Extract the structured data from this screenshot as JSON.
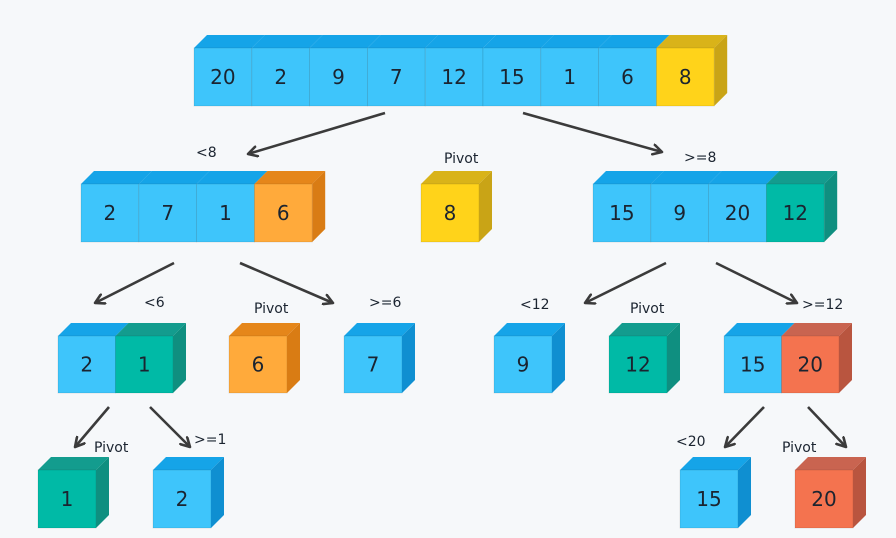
{
  "colors": {
    "blue": {
      "front": "#3ec5fb",
      "top": "#15a4e8",
      "side": "#0f8fd1"
    },
    "yellow": {
      "front": "#ffd31a",
      "top": "#d9b319",
      "side": "#c9a416"
    },
    "orange": {
      "front": "#ffaa3b",
      "top": "#e5861a",
      "side": "#d97c14"
    },
    "teal": {
      "front": "#00baa6",
      "top": "#139c8e",
      "side": "#0f8f80"
    },
    "red": {
      "front": "#f4734f",
      "top": "#c96450",
      "side": "#b9553f"
    },
    "arrow": "#3b3b3b"
  },
  "rows": [
    {
      "id": "root",
      "cells": [
        {
          "value": "20",
          "color": "blue"
        },
        {
          "value": "2",
          "color": "blue"
        },
        {
          "value": "9",
          "color": "blue"
        },
        {
          "value": "7",
          "color": "blue"
        },
        {
          "value": "12",
          "color": "blue"
        },
        {
          "value": "15",
          "color": "blue"
        },
        {
          "value": "1",
          "color": "blue"
        },
        {
          "value": "6",
          "color": "blue"
        },
        {
          "value": "8",
          "color": "yellow"
        }
      ]
    },
    {
      "id": "lvl1-left",
      "cells": [
        {
          "value": "2",
          "color": "blue"
        },
        {
          "value": "7",
          "color": "blue"
        },
        {
          "value": "1",
          "color": "blue"
        },
        {
          "value": "6",
          "color": "orange"
        }
      ]
    },
    {
      "id": "lvl1-pivot",
      "cells": [
        {
          "value": "8",
          "color": "yellow"
        }
      ]
    },
    {
      "id": "lvl1-right",
      "cells": [
        {
          "value": "15",
          "color": "blue"
        },
        {
          "value": "9",
          "color": "blue"
        },
        {
          "value": "20",
          "color": "blue"
        },
        {
          "value": "12",
          "color": "teal"
        }
      ]
    },
    {
      "id": "lvl2-a",
      "cells": [
        {
          "value": "2",
          "color": "blue"
        },
        {
          "value": "1",
          "color": "teal"
        }
      ]
    },
    {
      "id": "lvl2-b",
      "cells": [
        {
          "value": "6",
          "color": "orange"
        }
      ]
    },
    {
      "id": "lvl2-c",
      "cells": [
        {
          "value": "7",
          "color": "blue"
        }
      ]
    },
    {
      "id": "lvl2-d",
      "cells": [
        {
          "value": "9",
          "color": "blue"
        }
      ]
    },
    {
      "id": "lvl2-e",
      "cells": [
        {
          "value": "12",
          "color": "teal"
        }
      ]
    },
    {
      "id": "lvl2-f",
      "cells": [
        {
          "value": "15",
          "color": "blue"
        },
        {
          "value": "20",
          "color": "red"
        }
      ]
    },
    {
      "id": "lvl3-a",
      "cells": [
        {
          "value": "1",
          "color": "teal"
        }
      ]
    },
    {
      "id": "lvl3-b",
      "cells": [
        {
          "value": "2",
          "color": "blue"
        }
      ]
    },
    {
      "id": "lvl3-c",
      "cells": [
        {
          "value": "15",
          "color": "blue"
        }
      ]
    },
    {
      "id": "lvl3-d",
      "cells": [
        {
          "value": "20",
          "color": "red"
        }
      ]
    }
  ],
  "labels": [
    {
      "id": "lt8",
      "text": "<8"
    },
    {
      "id": "pivot1",
      "text": "Pivot"
    },
    {
      "id": "ge8",
      "text": ">=8"
    },
    {
      "id": "lt6",
      "text": "<6"
    },
    {
      "id": "pivot2",
      "text": "Pivot"
    },
    {
      "id": "ge6",
      "text": ">=6"
    },
    {
      "id": "lt12",
      "text": "<12"
    },
    {
      "id": "pivot3",
      "text": "Pivot"
    },
    {
      "id": "ge12",
      "text": ">=12"
    },
    {
      "id": "pivot4",
      "text": "Pivot"
    },
    {
      "id": "ge1",
      "text": ">=1"
    },
    {
      "id": "lt20",
      "text": "<20"
    },
    {
      "id": "pivot5",
      "text": "Pivot"
    }
  ]
}
